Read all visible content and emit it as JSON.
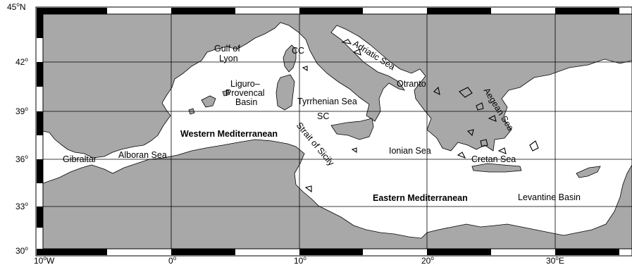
{
  "axes": {
    "lon_ticks": [
      {
        "value": "10",
        "deg": "o",
        "hem": "W"
      },
      {
        "value": "0",
        "deg": "o",
        "hem": ""
      },
      {
        "value": "10",
        "deg": "o",
        "hem": ""
      },
      {
        "value": "20",
        "deg": "o",
        "hem": ""
      },
      {
        "value": "30",
        "deg": "o",
        "hem": "E"
      }
    ],
    "lat_ticks": [
      {
        "value": "45",
        "deg": "o",
        "hem": "N"
      },
      {
        "value": "42",
        "deg": "o",
        "hem": ""
      },
      {
        "value": "39",
        "deg": "o",
        "hem": ""
      },
      {
        "value": "36",
        "deg": "o",
        "hem": ""
      },
      {
        "value": "33",
        "deg": "o",
        "hem": ""
      },
      {
        "value": "30",
        "deg": "o",
        "hem": ""
      }
    ]
  },
  "labels": {
    "gulf_of_lyon_1": "Gulf of",
    "gulf_of_lyon_2": "Lyon",
    "cc": "CC",
    "liguro_1": "Liguro–",
    "liguro_2": "Provencal",
    "liguro_3": "Basin",
    "tyrrhenian": "Tyrrhenian Sea",
    "sc": "SC",
    "adriatic": "Adriatic Sea",
    "otranto": "Otranto",
    "aegean": "Aegean Sea",
    "western_med": "Western Mediterranean",
    "strait_sicily": "Strait of Sicily",
    "gibraltar": "Gibraltar",
    "alboran": "Alboran Sea",
    "ionian": "Ionian Sea",
    "cretan": "Cretan Sea",
    "eastern_med": "Eastern Mediterranean",
    "levantine": "Levantine Basin"
  },
  "colors": {
    "land": "#a8a8a8",
    "sea": "#ffffff",
    "frame": "#000000"
  }
}
